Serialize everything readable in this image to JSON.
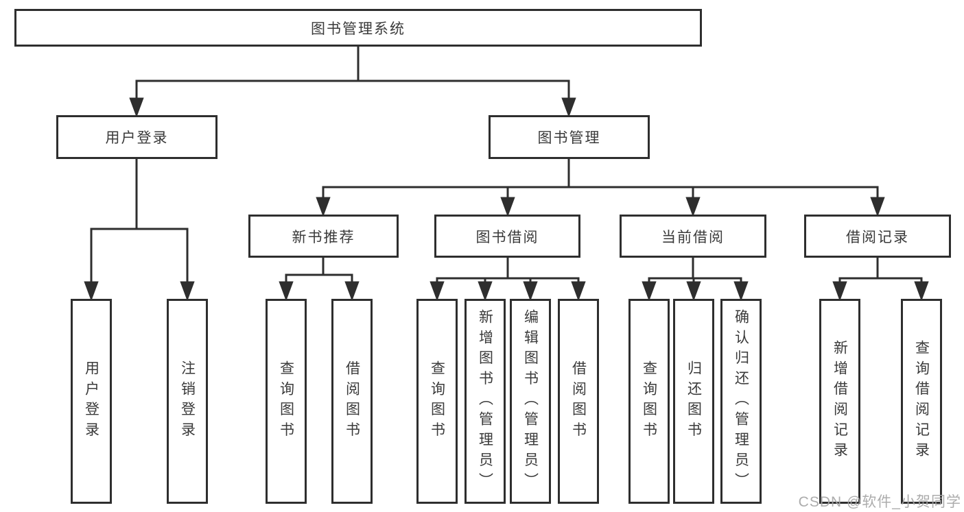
{
  "tree": {
    "root": {
      "label": "图书管理系统",
      "children": [
        {
          "label": "用户登录",
          "children": [
            {
              "label": "用户登录"
            },
            {
              "label": "注销登录"
            }
          ]
        },
        {
          "label": "图书管理",
          "children": [
            {
              "label": "新书推荐",
              "children": [
                {
                  "label": "查询图书"
                },
                {
                  "label": "借阅图书"
                }
              ]
            },
            {
              "label": "图书借阅",
              "children": [
                {
                  "label": "查询图书"
                },
                {
                  "label": "新增图书（管理员）"
                },
                {
                  "label": "编辑图书（管理员）"
                },
                {
                  "label": "借阅图书"
                }
              ]
            },
            {
              "label": "当前借阅",
              "children": [
                {
                  "label": "查询图书"
                },
                {
                  "label": "归还图书"
                },
                {
                  "label": "确认归还（管理员）"
                }
              ]
            },
            {
              "label": "借阅记录",
              "children": [
                {
                  "label": "新增借阅记录"
                },
                {
                  "label": "查询借阅记录"
                }
              ]
            }
          ]
        }
      ]
    }
  },
  "watermark": {
    "text": "CSDN @软件_小贺同学"
  },
  "colors": {
    "line": "#2e2e2e",
    "box_border": "#2e2e2e",
    "text": "#3a3a3a",
    "watermark": "#a5a5a5",
    "background": "#ffffff"
  }
}
